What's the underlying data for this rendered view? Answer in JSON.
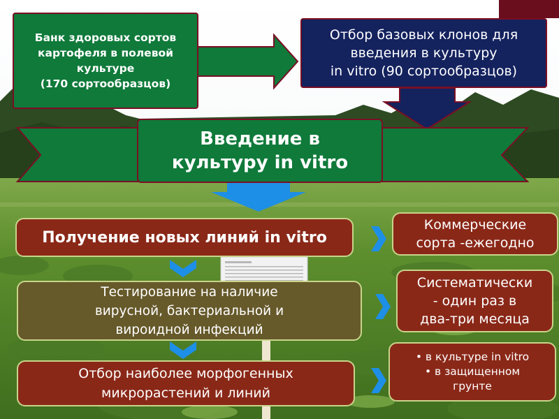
{
  "boxes": {
    "bank": "Банк здоровых сортов\nкартофеля в полевой\nкультуре\n(170 сортообразцов)",
    "selection": "Отбор базовых клонов для\nвведения в культуру\nin vitro (90 сортообразцов)",
    "intro": "Введение в\nкультуру in vitro",
    "new_lines": "Получение новых линий in vitro",
    "testing": "Тестирование на наличие\nвирусной, бактериальной и\nвироидной инфекций",
    "select_best": "Отбор  наиболее  морфогенных\nмикрорастений и линий",
    "commercial": "Коммерческие\nсорта -ежегодно",
    "systematic": "Систематически\n- один раз в\nдва-три месяца",
    "methods": [
      "• в культуре in vitro",
      "• в защищенном\nгрунте"
    ]
  },
  "colors": {
    "green": "#0f7a3a",
    "navy": "#14225e",
    "brown": "#8a2818",
    "olive": "#66592a",
    "accent_blue": "#1e8fe6",
    "maroon": "#7a0f24"
  }
}
